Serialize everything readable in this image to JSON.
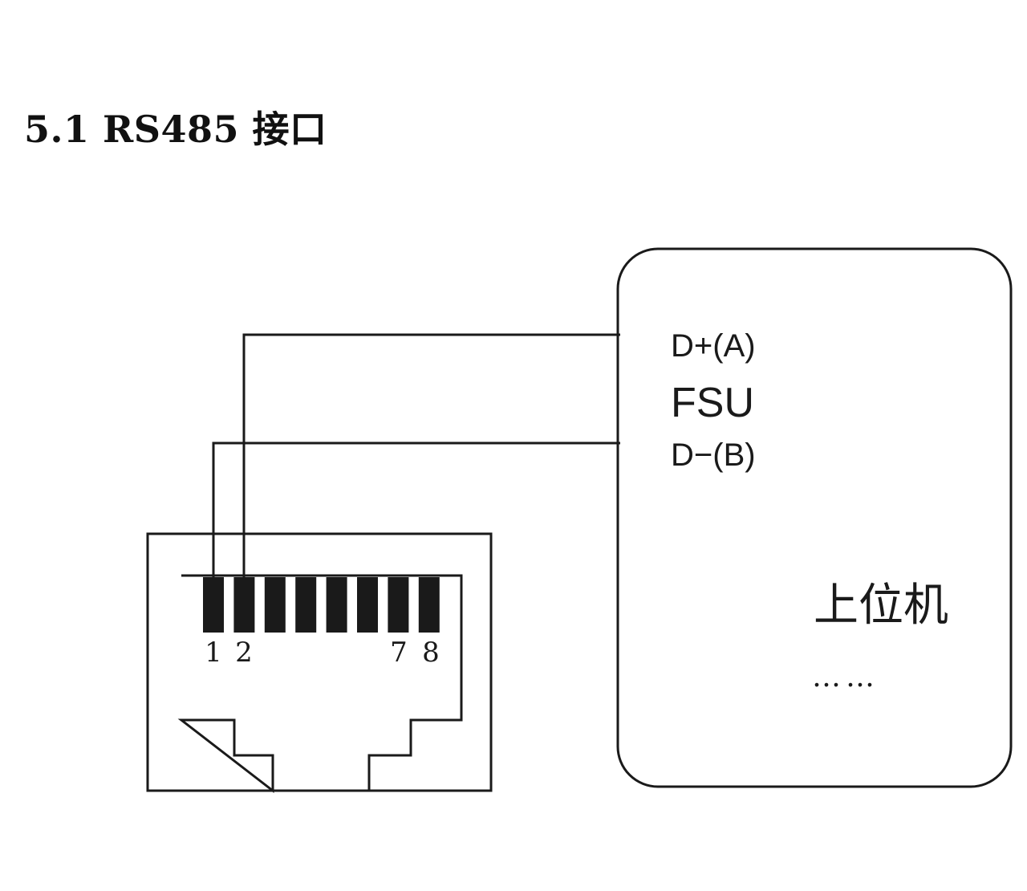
{
  "heading": "5.1 RS485 接口",
  "connector": {
    "pin_count": 8,
    "pin_labels": [
      "1",
      "2",
      "7",
      "8"
    ]
  },
  "device": {
    "signal_a": "D+(A)",
    "name": "FSU",
    "signal_b": "D−(B)",
    "host_label": "上位机",
    "ellipsis": "……"
  }
}
